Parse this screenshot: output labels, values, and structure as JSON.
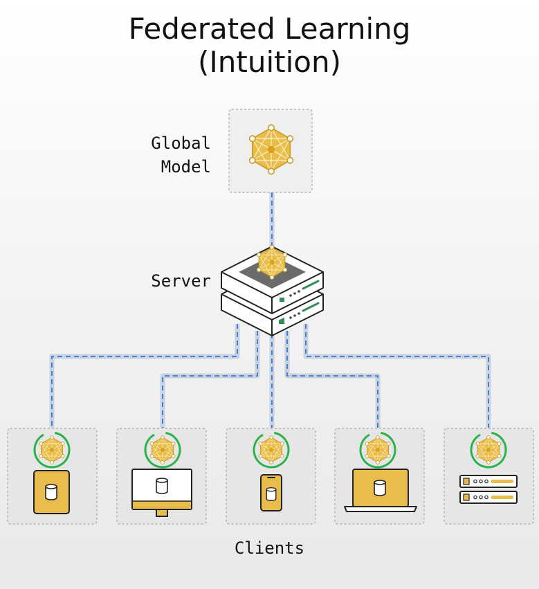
{
  "title": {
    "line1": "Federated Learning",
    "line2": "(Intuition)"
  },
  "labels": {
    "global_model_line1": "Global",
    "global_model_line2": "Model",
    "server": "Server",
    "clients": "Clients"
  },
  "colors": {
    "gold": "#e8bd4b",
    "gold_dark": "#c99a22",
    "gold_light": "#f6d67a",
    "green_ring": "#2bb24c",
    "link_blue": "#4a7fd6",
    "link_bg": "#c9d3df",
    "box_border": "#aaaaaa",
    "box_fill": "#e8e8e8",
    "server_green": "#2f8f55"
  },
  "clients": [
    {
      "device": "tablet-icon"
    },
    {
      "device": "desktop-monitor-icon"
    },
    {
      "device": "smartphone-icon"
    },
    {
      "device": "laptop-icon"
    },
    {
      "device": "server-rack-icon"
    }
  ]
}
